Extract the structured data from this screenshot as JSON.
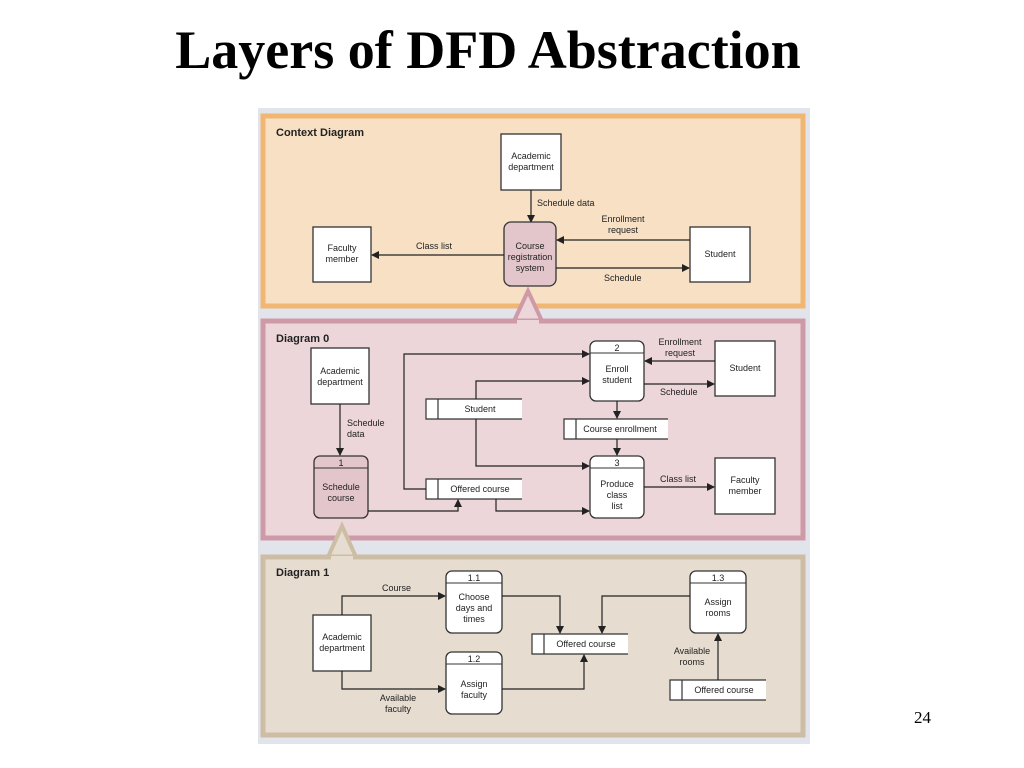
{
  "slide": {
    "title": "Layers of DFD Abstraction",
    "page_number": "24"
  },
  "colors": {
    "context_panel": "#f7e0c4",
    "context_border": "#f2b673",
    "diagram0_panel": "#ecd6d9",
    "diagram0_border": "#cf9aa7",
    "diagram1_panel": "#e6ddd0",
    "diagram1_border": "#cdbda4",
    "process_fill": "#e3c6cc"
  },
  "context": {
    "title": "Context Diagram",
    "academic": [
      "Academic",
      "department"
    ],
    "schedule_data": "Schedule data",
    "enrollment_request": [
      "Enrollment",
      "request"
    ],
    "faculty": [
      "Faculty",
      "member"
    ],
    "class_list": "Class list",
    "system": [
      "Course",
      "registration",
      "system"
    ],
    "student": "Student",
    "schedule": "Schedule"
  },
  "diagram0": {
    "title": "Diagram 0",
    "academic": [
      "Academic",
      "department"
    ],
    "schedule_data": [
      "Schedule",
      "data"
    ],
    "p1_num": "1",
    "p1": [
      "Schedule",
      "course"
    ],
    "p2_num": "2",
    "p2": [
      "Enroll",
      "student"
    ],
    "p3_num": "3",
    "p3": [
      "Produce",
      "class",
      "list"
    ],
    "enrollment_request": [
      "Enrollment",
      "request"
    ],
    "student_entity": "Student",
    "schedule": "Schedule",
    "student_store": "Student",
    "course_enrollment": "Course enrollment",
    "offered_course": "Offered course",
    "class_list": "Class list",
    "faculty": [
      "Faculty",
      "member"
    ]
  },
  "diagram1": {
    "title": "Diagram 1",
    "course": "Course",
    "p11_num": "1.1",
    "p11": [
      "Choose",
      "days and",
      "times"
    ],
    "p12_num": "1.2",
    "p12": [
      "Assign",
      "faculty"
    ],
    "p13_num": "1.3",
    "p13": [
      "Assign",
      "rooms"
    ],
    "academic": [
      "Academic",
      "department"
    ],
    "available_faculty": [
      "Available",
      "faculty"
    ],
    "offered_course": "Offered course",
    "available_rooms": [
      "Available",
      "rooms"
    ],
    "offered_course_2": "Offered course"
  }
}
